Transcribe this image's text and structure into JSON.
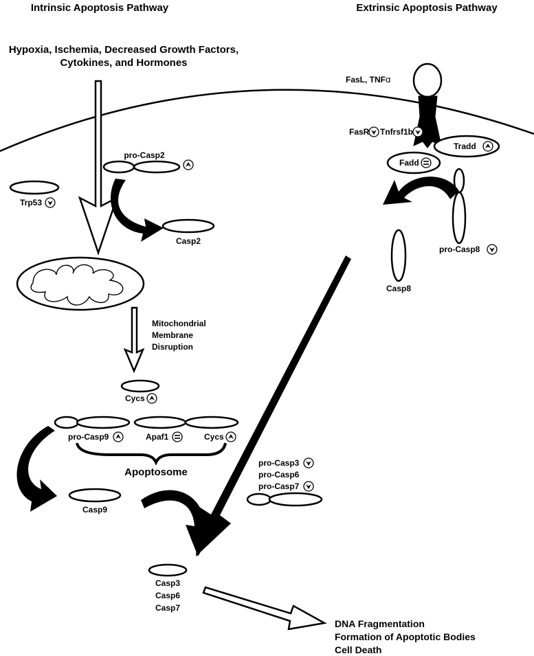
{
  "titles": {
    "intrinsic": "Intrinsic Apoptosis Pathway",
    "extrinsic": "Extrinsic Apoptosis Pathway"
  },
  "stimulus": {
    "line1": "Hypoxia, Ischemia, Decreased Growth Factors,",
    "line2": "Cytokines, and Hormones"
  },
  "ligand": {
    "text": "FasL, TNF",
    "symbol": "α"
  },
  "receptor": {
    "fasr": "FasR",
    "tnfrsf1b": "Tnfrsf1b"
  },
  "proteins": {
    "tradd": "Tradd",
    "fadd": "Fadd",
    "pro_casp8": "pro-Casp8",
    "casp8": "Casp8",
    "pro_casp2": "pro-Casp2",
    "casp2": "Casp2",
    "trp53": "Trp53",
    "cycs": "Cycs",
    "pro_casp9": "pro-Casp9",
    "apaf1": "Apaf1",
    "cycs_complex": "Cycs",
    "apoptosome": "Apoptosome",
    "casp9": "Casp9",
    "pro_casp3": "pro-Casp3",
    "pro_casp6": "pro-Casp6",
    "pro_casp7": "pro-Casp7"
  },
  "mito_label": [
    "Mitochondrial",
    "Membrane",
    "Disruption"
  ],
  "effectors": [
    "Casp3",
    "Casp6",
    "Casp7"
  ],
  "outcomes": [
    "DNA Fragmentation",
    "Formation of Apoptotic Bodies",
    "Cell Death"
  ],
  "regulation": {
    "up": "up-arrow-icon",
    "down": "down-arrow-icon",
    "unchanged": "equals-icon"
  }
}
